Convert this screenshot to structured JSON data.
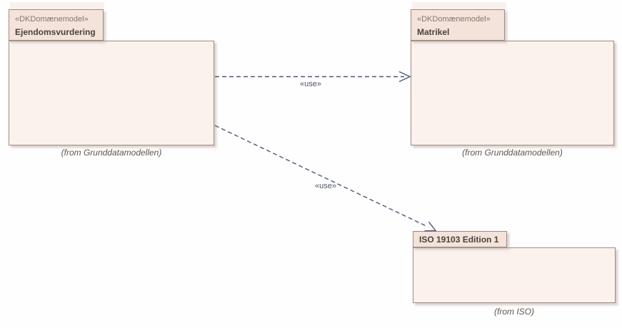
{
  "diagram": {
    "kind": "uml-package-diagram"
  },
  "packages": [
    {
      "stereotype": "«DKDomænemodel»",
      "name": "Ejendomsvurdering",
      "caption": "(from Grunddatamodellen)"
    },
    {
      "stereotype": "«DKDomænemodel»",
      "name": "Matrikel",
      "caption": "(from Grunddatamodellen)"
    },
    {
      "name": "ISO 19103 Edition 1",
      "caption": "(from ISO)"
    }
  ],
  "connectors": [
    {
      "type": "dependency",
      "label": "«use»",
      "from": "Ejendomsvurdering",
      "to": "Matrikel"
    },
    {
      "type": "dependency",
      "label": "«use»",
      "from": "Ejendomsvurdering",
      "to": "ISO 19103 Edition 1"
    }
  ],
  "colors": {
    "page_bg": "#fefefe",
    "package_body_fill": "#fbf1ed",
    "package_tab_fill": "#f4e3da",
    "package_border": "#9d8c82",
    "connector": "#4d5873",
    "stereotype_text": "#87766a",
    "name_text": "#4a423c",
    "caption_text": "#5f554d",
    "use_label_text": "#4f566b",
    "shadow": "#b9a89f8c"
  }
}
